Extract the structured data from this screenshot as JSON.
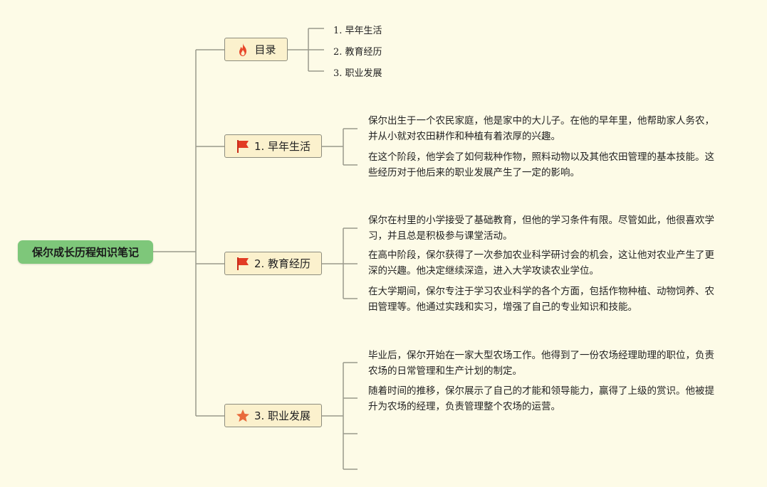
{
  "root": {
    "title": "保尔成长历程知识笔记"
  },
  "branches": {
    "toc": {
      "label": "目录",
      "icon": "fire-icon",
      "items": [
        "1. 早年生活",
        "2. 教育经历",
        "3. 职业发展"
      ]
    },
    "early": {
      "label": "1. 早年生活",
      "icon": "red-flag-icon",
      "notes": [
        "保尔出生于一个农民家庭，他是家中的大儿子。在他的早年里，他帮助家人务农，并从小就对农田耕作和种植有着浓厚的兴趣。",
        "在这个阶段，他学会了如何栽种作物，照料动物以及其他农田管理的基本技能。这些经历对于他后来的职业发展产生了一定的影响。"
      ]
    },
    "edu": {
      "label": "2. 教育经历",
      "icon": "red-flag-icon",
      "notes": [
        "保尔在村里的小学接受了基础教育，但他的学习条件有限。尽管如此，他很喜欢学习，并且总是积极参与课堂活动。",
        "在高中阶段，保尔获得了一次参加农业科学研讨会的机会，这让他对农业产生了更深的兴趣。他决定继续深造，进入大学攻读农业学位。",
        "在大学期间，保尔专注于学习农业科学的各个方面，包括作物种植、动物饲养、农田管理等。他通过实践和实习，增强了自己的专业知识和技能。"
      ]
    },
    "career": {
      "label": "3. 职业发展",
      "icon": "star-icon",
      "notes": [
        "毕业后，保尔开始在一家大型农场工作。他得到了一份农场经理助理的职位，负责农场的日常管理和生产计划的制定。",
        "随着时间的推移，保尔展示了自己的才能和领导能力，赢得了上级的赏识。他被提升为农场的经理，负责管理整个农场的运营。"
      ]
    }
  },
  "colors": {
    "background": "#fdfbe7",
    "root_fill": "#7ec77a",
    "branch_fill": "#fbf1cd",
    "connector": "#9a9a8c",
    "flag": "#e23b24",
    "fire": "#e8472a",
    "star": "#e96a3b"
  }
}
